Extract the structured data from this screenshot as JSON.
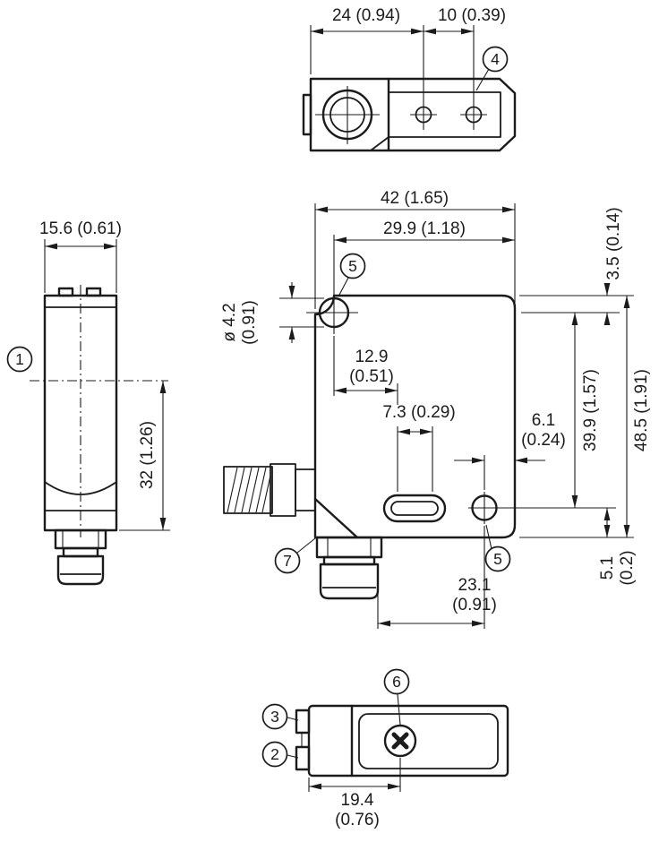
{
  "figure": {
    "type": "technical-dimension-drawing",
    "background": "#ffffff",
    "line_color": "#1b1b1b"
  },
  "callouts": {
    "one": "1",
    "two": "2",
    "three": "3",
    "four": "4",
    "five_top": "5",
    "five_bottom": "5",
    "six": "6",
    "seven": "7"
  },
  "top_view": {
    "dim_24": "24 (0.94)",
    "dim_10": "10 (0.39)"
  },
  "side_view": {
    "dim_width": "15.6 (0.61)",
    "dim_height": "32 (1.26)"
  },
  "front_view": {
    "dim_42": "42 (1.65)",
    "dim_29_9": "29.9 (1.18)",
    "dim_3_5": "3.5 (0.14)",
    "dim_hole_mm": "ø 4.2",
    "dim_hole_in": "(0.91)",
    "dim_12_9_mm": "12.9",
    "dim_12_9_in": "(0.51)",
    "dim_7_3": "7.3 (0.29)",
    "dim_6_1_mm": "6.1",
    "dim_6_1_in": "(0.24)",
    "dim_39_9": "39.9 (1.57)",
    "dim_48_5": "48.5 (1.91)",
    "dim_5_1_mm": "5.1",
    "dim_5_1_in": "(0.2)",
    "dim_23_1_mm": "23.1",
    "dim_23_1_in": "(0.91)"
  },
  "bottom_view": {
    "dim_19_4_mm": "19.4",
    "dim_19_4_in": "(0.76)"
  }
}
